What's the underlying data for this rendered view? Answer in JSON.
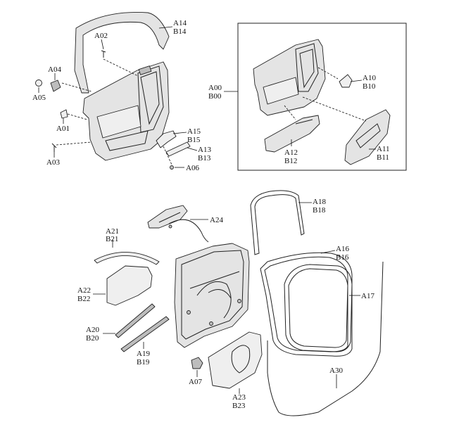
{
  "callouts": {
    "A14": {
      "line1": "A14",
      "line2": "B14"
    },
    "A02": {
      "line1": "A02"
    },
    "A04": {
      "line1": "A04"
    },
    "A05": {
      "line1": "A05"
    },
    "A01": {
      "line1": "A01"
    },
    "A03": {
      "line1": "A03"
    },
    "A15": {
      "line1": "A15",
      "line2": "B15"
    },
    "A13": {
      "line1": "A13",
      "line2": "B13"
    },
    "A06": {
      "line1": "A06"
    },
    "A00": {
      "line1": "A00",
      "line2": "B00"
    },
    "A10": {
      "line1": "A10",
      "line2": "B10"
    },
    "A12": {
      "line1": "A12",
      "line2": "B12"
    },
    "A11": {
      "line1": "A11",
      "line2": "B11"
    },
    "A18": {
      "line1": "A18",
      "line2": "B18"
    },
    "A24": {
      "line1": "A24"
    },
    "A21": {
      "line1": "A21",
      "line2": "B21"
    },
    "A16": {
      "line1": "A16",
      "line2": "B16"
    },
    "A17": {
      "line1": "A17"
    },
    "A22": {
      "line1": "A22",
      "line2": "B22"
    },
    "A20": {
      "line1": "A20",
      "line2": "B20"
    },
    "A19": {
      "line1": "A19",
      "line2": "B19"
    },
    "A07": {
      "line1": "A07"
    },
    "A30": {
      "line1": "A30"
    },
    "A23": {
      "line1": "A23",
      "line2": "B23"
    }
  },
  "colors": {
    "line": "#222222",
    "fill": "#e4e4e4",
    "fill_dark": "#bdbdbd",
    "background": "#ffffff"
  }
}
